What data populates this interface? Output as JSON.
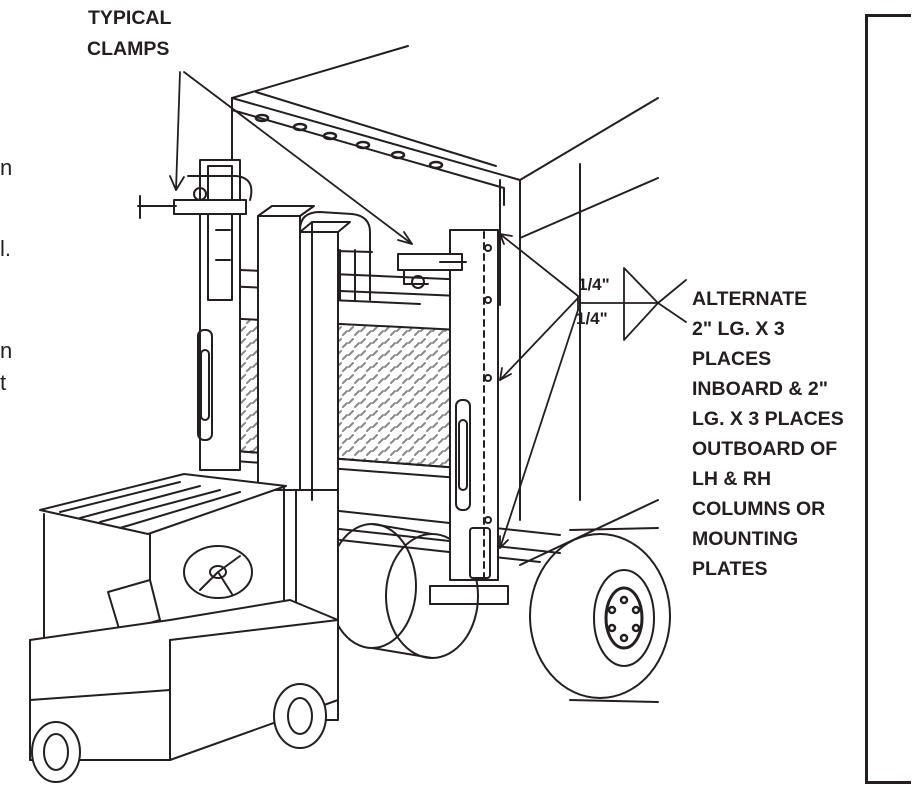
{
  "callouts": {
    "typical_clamps": [
      "TYPICAL",
      "CLAMPS"
    ],
    "weld_top": "1/4\"",
    "weld_bottom": "1/4\"",
    "weld_note": [
      "ALTERNATE",
      "2\" LG. X 3",
      "PLACES",
      "INBOARD & 2\"",
      "LG. X 3 PLACES",
      "OUTBOARD OF",
      "LH & RH",
      "COLUMNS OR",
      "MOUNTING",
      "PLATES"
    ]
  },
  "cropped_text": [
    "n",
    "l.",
    "n",
    "t"
  ],
  "colors": {
    "ink": "#231f20",
    "background": "#ffffff",
    "tread": "#bfbfbf"
  }
}
